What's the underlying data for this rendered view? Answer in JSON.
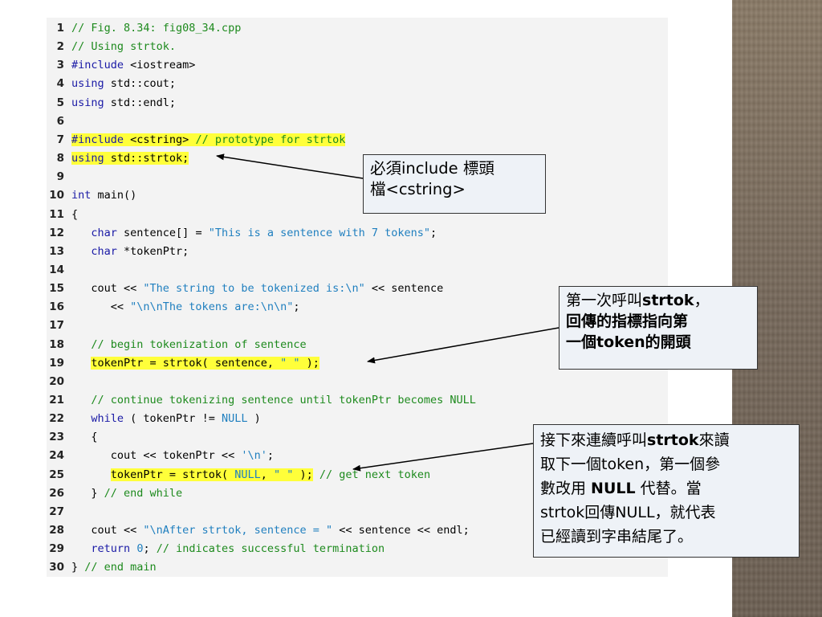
{
  "code_lines": [
    {
      "n": "1",
      "segs": [
        {
          "t": "// Fig. 8.34: fig08_34.cpp",
          "c": "cm"
        }
      ]
    },
    {
      "n": "2",
      "segs": [
        {
          "t": "// Using strtok.",
          "c": "cm"
        }
      ]
    },
    {
      "n": "3",
      "segs": [
        {
          "t": "#include",
          "c": "kw"
        },
        {
          "t": " <iostream>",
          "c": ""
        }
      ]
    },
    {
      "n": "4",
      "segs": [
        {
          "t": "using",
          "c": "kw"
        },
        {
          "t": " std::cout;",
          "c": ""
        }
      ]
    },
    {
      "n": "5",
      "segs": [
        {
          "t": "using",
          "c": "kw"
        },
        {
          "t": " std::endl;",
          "c": ""
        }
      ]
    },
    {
      "n": "6",
      "segs": []
    },
    {
      "n": "7",
      "segs": [
        {
          "t": "#include",
          "c": "kw hl"
        },
        {
          "t": " <cstring> ",
          "c": "hl"
        },
        {
          "t": "// prototype for strtok",
          "c": "cm hl"
        }
      ]
    },
    {
      "n": "8",
      "segs": [
        {
          "t": "using",
          "c": "kw hl"
        },
        {
          "t": " std::strtok;",
          "c": "hl"
        }
      ]
    },
    {
      "n": "9",
      "segs": []
    },
    {
      "n": "10",
      "segs": [
        {
          "t": "int",
          "c": "kw"
        },
        {
          "t": " main()",
          "c": ""
        }
      ]
    },
    {
      "n": "11",
      "segs": [
        {
          "t": "{",
          "c": ""
        }
      ]
    },
    {
      "n": "12",
      "segs": [
        {
          "t": "   ",
          "c": ""
        },
        {
          "t": "char",
          "c": "kw"
        },
        {
          "t": " sentence[] = ",
          "c": ""
        },
        {
          "t": "\"This is a sentence with 7 tokens\"",
          "c": "st"
        },
        {
          "t": ";",
          "c": ""
        }
      ]
    },
    {
      "n": "13",
      "segs": [
        {
          "t": "   ",
          "c": ""
        },
        {
          "t": "char",
          "c": "kw"
        },
        {
          "t": " *tokenPtr;",
          "c": ""
        }
      ]
    },
    {
      "n": "14",
      "segs": []
    },
    {
      "n": "15",
      "segs": [
        {
          "t": "   cout << ",
          "c": ""
        },
        {
          "t": "\"The string to be tokenized is:\\n\"",
          "c": "st"
        },
        {
          "t": " << sentence",
          "c": ""
        }
      ]
    },
    {
      "n": "16",
      "segs": [
        {
          "t": "      << ",
          "c": ""
        },
        {
          "t": "\"\\n\\nThe tokens are:\\n\\n\"",
          "c": "st"
        },
        {
          "t": ";",
          "c": ""
        }
      ]
    },
    {
      "n": "17",
      "segs": []
    },
    {
      "n": "18",
      "segs": [
        {
          "t": "   ",
          "c": ""
        },
        {
          "t": "// begin tokenization of sentence",
          "c": "cm"
        }
      ]
    },
    {
      "n": "19",
      "segs": [
        {
          "t": "   ",
          "c": ""
        },
        {
          "t": "tokenPtr = strtok( sentence, ",
          "c": "hl"
        },
        {
          "t": "\" \"",
          "c": "st hl"
        },
        {
          "t": " );",
          "c": "hl"
        }
      ]
    },
    {
      "n": "20",
      "segs": []
    },
    {
      "n": "21",
      "segs": [
        {
          "t": "   ",
          "c": ""
        },
        {
          "t": "// continue tokenizing sentence until tokenPtr becomes NULL",
          "c": "cm"
        }
      ]
    },
    {
      "n": "22",
      "segs": [
        {
          "t": "   ",
          "c": ""
        },
        {
          "t": "while",
          "c": "kw"
        },
        {
          "t": " ( tokenPtr != ",
          "c": ""
        },
        {
          "t": "NULL",
          "c": "st"
        },
        {
          "t": " )",
          "c": ""
        }
      ]
    },
    {
      "n": "23",
      "segs": [
        {
          "t": "   {",
          "c": ""
        }
      ]
    },
    {
      "n": "24",
      "segs": [
        {
          "t": "      cout << tokenPtr << ",
          "c": ""
        },
        {
          "t": "'\\n'",
          "c": "st"
        },
        {
          "t": ";",
          "c": ""
        }
      ]
    },
    {
      "n": "25",
      "segs": [
        {
          "t": "      ",
          "c": ""
        },
        {
          "t": "tokenPtr = strtok( ",
          "c": "hl"
        },
        {
          "t": "NULL",
          "c": "st hl"
        },
        {
          "t": ", ",
          "c": "hl"
        },
        {
          "t": "\" \"",
          "c": "st hl"
        },
        {
          "t": " );",
          "c": "hl"
        },
        {
          "t": " // get next token",
          "c": "cm"
        }
      ]
    },
    {
      "n": "26",
      "segs": [
        {
          "t": "   } ",
          "c": ""
        },
        {
          "t": "// end while",
          "c": "cm"
        }
      ]
    },
    {
      "n": "27",
      "segs": []
    },
    {
      "n": "28",
      "segs": [
        {
          "t": "   cout << ",
          "c": ""
        },
        {
          "t": "\"\\nAfter strtok, sentence = \"",
          "c": "st"
        },
        {
          "t": " << sentence << endl;",
          "c": ""
        }
      ]
    },
    {
      "n": "29",
      "segs": [
        {
          "t": "   ",
          "c": ""
        },
        {
          "t": "return",
          "c": "kw"
        },
        {
          "t": " ",
          "c": ""
        },
        {
          "t": "0",
          "c": "st"
        },
        {
          "t": "; ",
          "c": ""
        },
        {
          "t": "// indicates successful termination",
          "c": "cm"
        }
      ]
    },
    {
      "n": "30",
      "segs": [
        {
          "t": "} ",
          "c": ""
        },
        {
          "t": "// end main",
          "c": "cm"
        }
      ]
    }
  ],
  "callouts": {
    "c1": {
      "lines": [
        [
          {
            "t": "必須include 標頭",
            "b": false
          }
        ],
        [
          {
            "t": "檔<cstring>",
            "b": false
          }
        ]
      ]
    },
    "c2": {
      "lines": [
        [
          {
            "t": "第一次呼叫",
            "b": false
          },
          {
            "t": "strtok",
            "b": true
          },
          {
            "t": "，",
            "b": false
          }
        ],
        [
          {
            "t": "回傳的指標指向第",
            "b": true
          }
        ],
        [
          {
            "t": "一個token的開頭",
            "b": true
          }
        ]
      ]
    },
    "c3": {
      "lines": [
        [
          {
            "t": "接下來連續呼叫",
            "b": false
          },
          {
            "t": "strtok",
            "b": true
          },
          {
            "t": "來讀",
            "b": false
          }
        ],
        [
          {
            "t": "取下一個token，第一個參",
            "b": false
          }
        ],
        [
          {
            "t": "數改用 ",
            "b": false
          },
          {
            "t": "NULL",
            "b": true
          },
          {
            "t": " 代替。當",
            "b": false
          }
        ],
        [
          {
            "t": "strtok回傳NULL，就代表",
            "b": false
          }
        ],
        [
          {
            "t": "已經讀到字串結尾了。",
            "b": false
          }
        ]
      ]
    }
  },
  "colors": {
    "highlight": "#ffff3a",
    "comment": "#1d8a1d",
    "keyword": "#1a1aa6",
    "string": "#1f7fbf"
  }
}
